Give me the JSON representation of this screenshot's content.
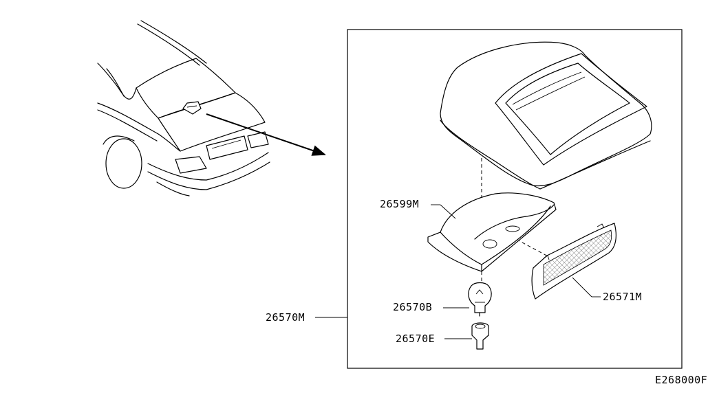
{
  "diagram": {
    "code": "E268000F",
    "assembly_label": "26570M",
    "parts": {
      "housing": "26599M",
      "bulb": "26570B",
      "socket": "26570E",
      "lens": "26571M"
    }
  }
}
